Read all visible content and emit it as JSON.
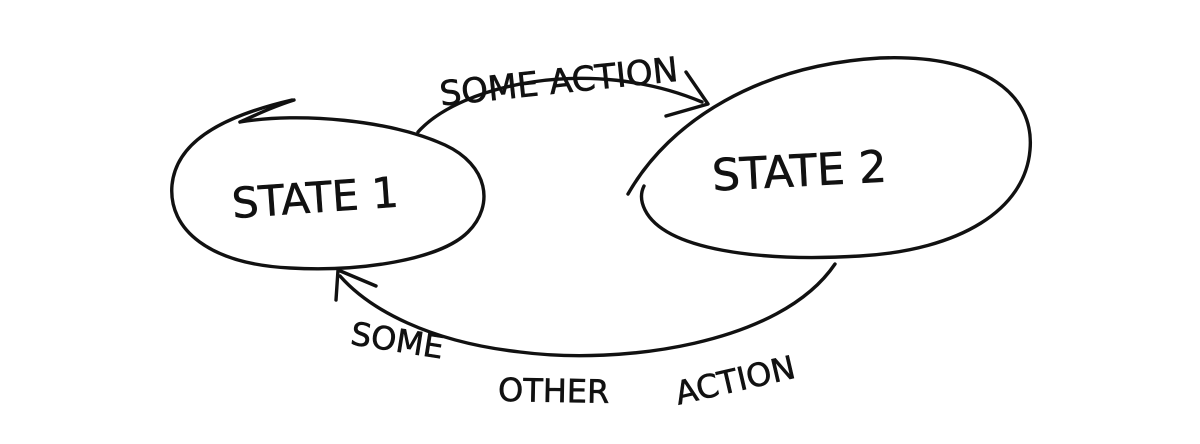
{
  "diagram": {
    "states": [
      {
        "id": "state-1",
        "label": "STATE 1"
      },
      {
        "id": "state-2",
        "label": "STATE 2"
      }
    ],
    "transitions": [
      {
        "from": "state-1",
        "to": "state-2",
        "label": "SOME ACTION"
      },
      {
        "from": "state-2",
        "to": "state-1",
        "label": "SOME OTHER ACTION"
      }
    ]
  },
  "colors": {
    "ink": "#111111",
    "background": "#ffffff"
  }
}
